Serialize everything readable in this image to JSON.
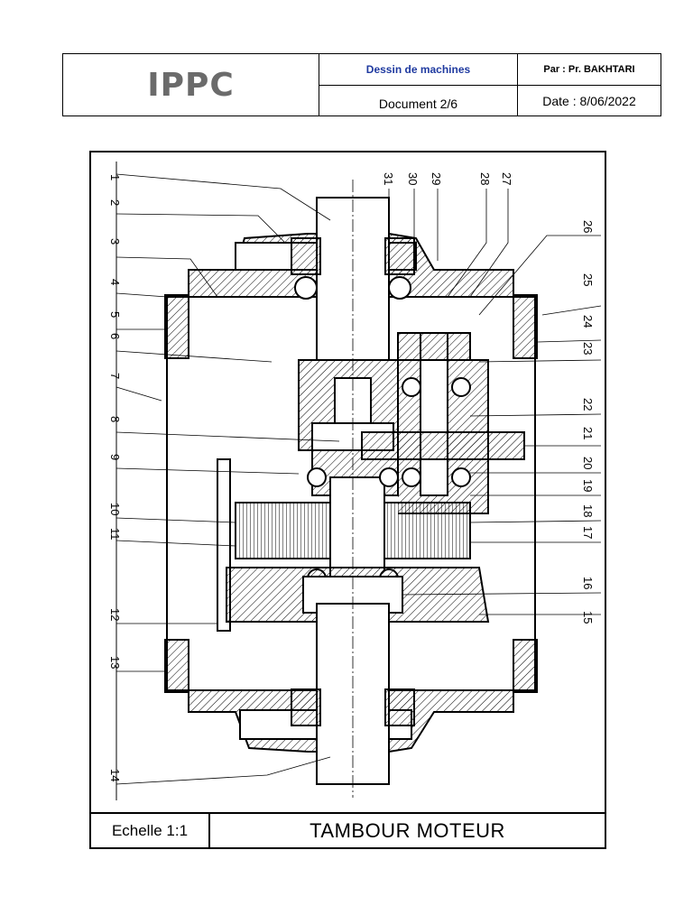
{
  "header": {
    "logo_text": "IPPC",
    "subject": "Dessin de machines",
    "author": "Par : Pr. BAKHTARI",
    "document": "Document 2/6",
    "date": "Date : 8/06/2022"
  },
  "title_block": {
    "scale": "Echelle 1:1",
    "title": "TAMBOUR MOTEUR"
  },
  "left_labels": [
    "1",
    "2",
    "3",
    "4",
    "5",
    "6",
    "7",
    "8",
    "9",
    "10",
    "11",
    "12",
    "13",
    "14"
  ],
  "top_labels": [
    "31",
    "30",
    "29",
    "28",
    "27"
  ],
  "right_labels": [
    "26",
    "25",
    "24",
    "23",
    "22",
    "21",
    "20",
    "19",
    "18",
    "17",
    "16",
    "15"
  ]
}
